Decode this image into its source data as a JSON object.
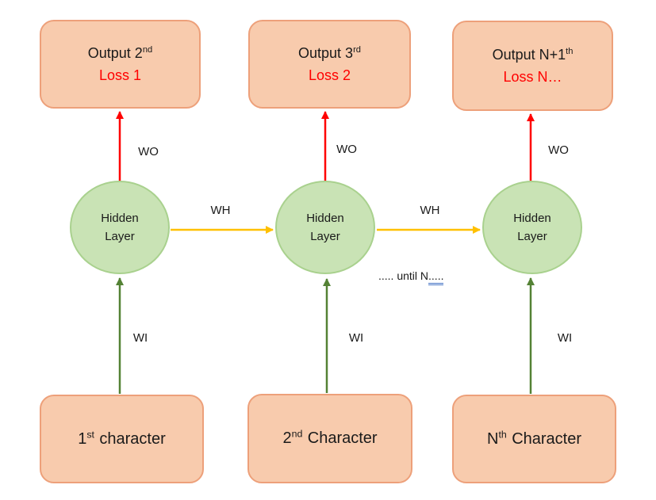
{
  "nodes": {
    "outputs": [
      {
        "title": "Output 2",
        "title_sup": "nd",
        "loss": "Loss 1"
      },
      {
        "title": "Output 3",
        "title_sup": "rd",
        "loss": "Loss 2"
      },
      {
        "title": "Output N+1",
        "title_sup": "th",
        "loss": "Loss N…"
      }
    ],
    "hidden": {
      "line1": "Hidden",
      "line2": "Layer"
    },
    "inputs": [
      {
        "num": "1",
        "sup": "st",
        "rest": "character"
      },
      {
        "num": "2",
        "sup": "nd",
        "rest": "Character"
      },
      {
        "num": "N",
        "sup": "th",
        "rest": "Character"
      }
    ]
  },
  "labels": {
    "wo": [
      "WO",
      "WO",
      "WO"
    ],
    "wh": [
      "WH",
      "WH"
    ],
    "wi": [
      "WI",
      "WI",
      "WI"
    ],
    "until": {
      "prefix": "..... until N",
      "dots": "....."
    }
  },
  "colors": {
    "box-fill": "#F8CBAD",
    "box-border": "#EDA07A",
    "circle-fill": "#C9E3B5",
    "circle-border": "#A9D18E",
    "arrow-red": "#FF0000",
    "arrow-yellow": "#FFC000",
    "arrow-green": "#548235",
    "loss-red": "#FF0000",
    "underline-blue": "#4472C4"
  }
}
